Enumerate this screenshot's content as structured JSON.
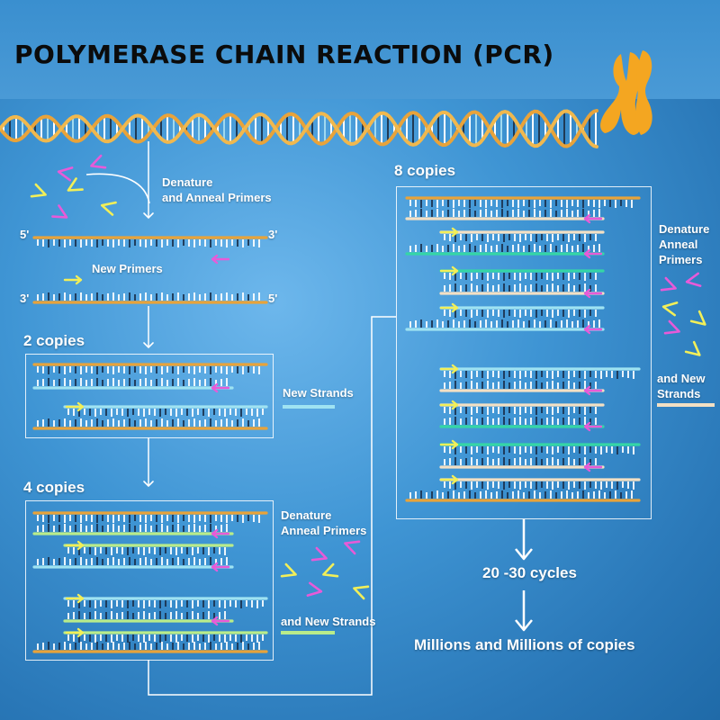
{
  "title": "POLYMERASE CHAIN REACTION (PCR)",
  "steps": {
    "denature_anneal": "Denature\nand Anneal Primers",
    "new_primers": "New Primers",
    "two_copies": "2 copies",
    "new_strands": "New Strands",
    "four_copies": "4 copies",
    "denature_anneal_primers": "Denature\nAnneal Primers",
    "and_new_strands": "and New Strands",
    "eight_copies": "8 copies",
    "denature_anneal_primers_right": "Denature\nAnneal\nPrimers",
    "and_new_strands_right": "and New\nStrands",
    "cycles": "20 -30 cycles",
    "result": "Millions and Millions of copies"
  },
  "strand_ends": {
    "five_prime": "5'",
    "three_prime": "3'"
  },
  "colors": {
    "background": "#3f95d4",
    "template_strand": "#e8a33a",
    "new_strand_cyan": "#9fe3f2",
    "new_strand_green": "#b9ec8a",
    "new_strand_teal": "#35d6a6",
    "new_strand_cream": "#f3e0c4",
    "primer_magenta": "#e85ad8",
    "primer_yellow": "#f2ef58",
    "chromosome": "#f4a621",
    "title_text": "#0b0b0b"
  }
}
